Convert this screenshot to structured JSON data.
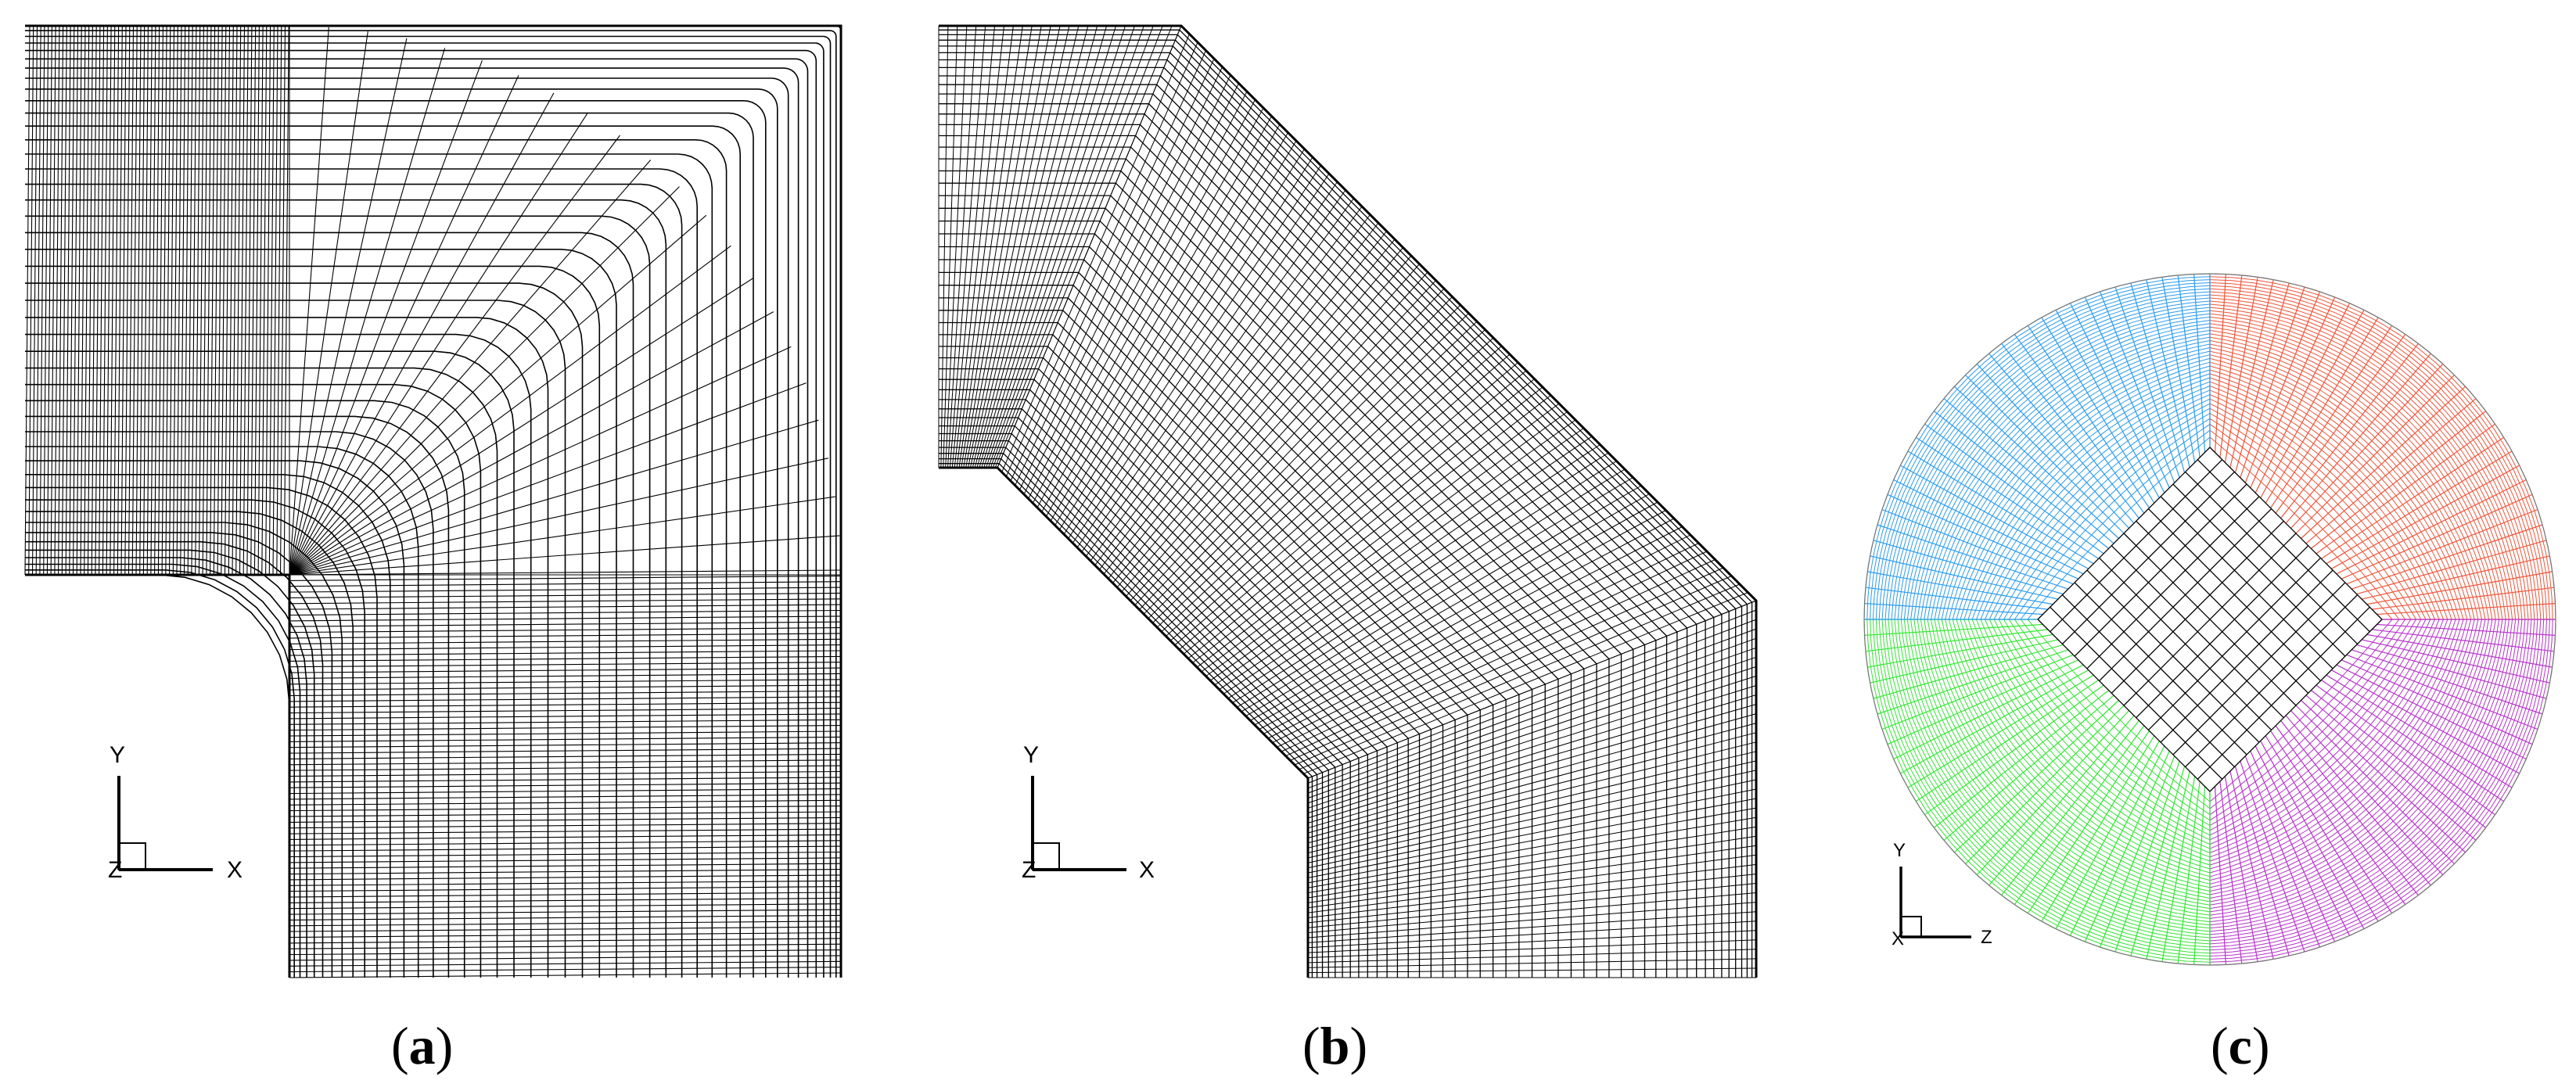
{
  "panels": [
    {
      "id": "a",
      "caption": "(a)",
      "caption_letter": "a",
      "triad": {
        "vertical": "Y",
        "horizontal": "X",
        "normal": "Z"
      }
    },
    {
      "id": "b",
      "caption": "(b)",
      "caption_letter": "b",
      "triad": {
        "vertical": "Y",
        "horizontal": "X",
        "normal": "Z"
      }
    },
    {
      "id": "c",
      "caption": "(c)",
      "caption_letter": "c",
      "triad": {
        "vertical": "Y",
        "horizontal": "Z",
        "normal": "X"
      }
    }
  ],
  "colors": {
    "mesh": "#000000",
    "quadrant_top_left": "#2b9cf0",
    "quadrant_top_right": "#f0553a",
    "quadrant_bottom_left": "#33e633",
    "quadrant_bottom_right": "#b733cc",
    "core": "#000000"
  }
}
